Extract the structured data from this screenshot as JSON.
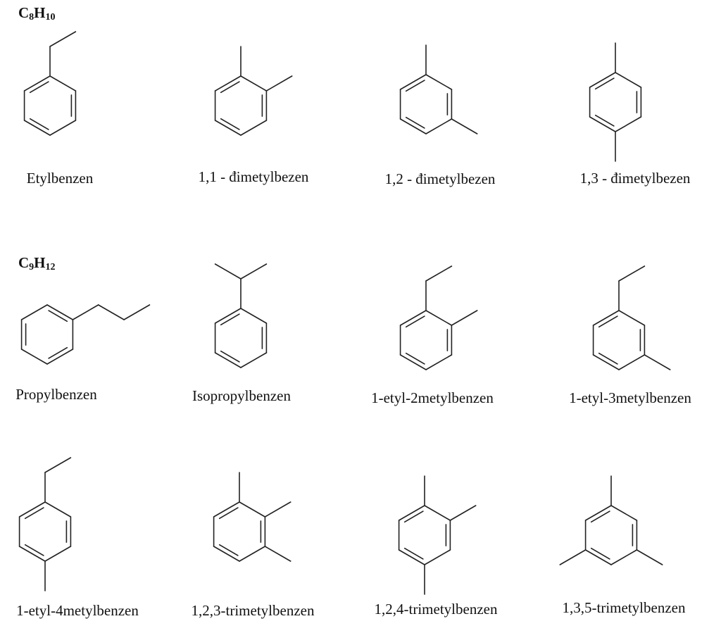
{
  "groups": [
    {
      "formula": {
        "c": "C",
        "c_sub": "8",
        "h": "H",
        "h_sub": "10"
      },
      "compounds": [
        {
          "name": "Etylbenzen",
          "substituents": [
            {
              "pos": 1,
              "kind": "ethyl"
            }
          ]
        },
        {
          "name": "1,1 - đimetylbezen",
          "substituents": [
            {
              "pos": 1,
              "kind": "methyl"
            },
            {
              "pos": 2,
              "kind": "methyl"
            }
          ]
        },
        {
          "name": "1,2 - đimetylbezen",
          "substituents": [
            {
              "pos": 1,
              "kind": "methyl"
            },
            {
              "pos": 3,
              "kind": "methyl"
            }
          ]
        },
        {
          "name": "1,3 - đimetylbezen",
          "substituents": [
            {
              "pos": 1,
              "kind": "methyl"
            },
            {
              "pos": 4,
              "kind": "methyl"
            }
          ]
        }
      ]
    },
    {
      "formula": {
        "c": "C",
        "c_sub": "9",
        "h": "H",
        "h_sub": "12"
      },
      "compounds": [
        {
          "name": "Propylbenzen",
          "substituents": [
            {
              "pos": 1,
              "kind": "propyl"
            }
          ]
        },
        {
          "name": "Isopropylbenzen",
          "substituents": [
            {
              "pos": 1,
              "kind": "isopropyl"
            }
          ]
        },
        {
          "name": "1-etyl-2metylbenzen",
          "substituents": [
            {
              "pos": 1,
              "kind": "ethyl"
            },
            {
              "pos": 2,
              "kind": "methyl"
            }
          ]
        },
        {
          "name": "1-etyl-3metylbenzen",
          "substituents": [
            {
              "pos": 1,
              "kind": "ethyl"
            },
            {
              "pos": 3,
              "kind": "methyl"
            }
          ]
        },
        {
          "name": "1-etyl-4metylbenzen",
          "substituents": [
            {
              "pos": 1,
              "kind": "ethyl"
            },
            {
              "pos": 4,
              "kind": "methyl"
            }
          ]
        },
        {
          "name": "1,2,3-trimetylbenzen",
          "substituents": [
            {
              "pos": 1,
              "kind": "methyl"
            },
            {
              "pos": 2,
              "kind": "methyl"
            },
            {
              "pos": 3,
              "kind": "methyl"
            }
          ]
        },
        {
          "name": "1,2,4-trimetylbenzen",
          "substituents": [
            {
              "pos": 1,
              "kind": "methyl"
            },
            {
              "pos": 2,
              "kind": "methyl"
            },
            {
              "pos": 4,
              "kind": "methyl"
            }
          ]
        },
        {
          "name": "1,3,5-trimetylbenzen",
          "substituents": [
            {
              "pos": 1,
              "kind": "methyl"
            },
            {
              "pos": 3,
              "kind": "methyl"
            },
            {
              "pos": 5,
              "kind": "methyl"
            }
          ]
        }
      ]
    }
  ]
}
